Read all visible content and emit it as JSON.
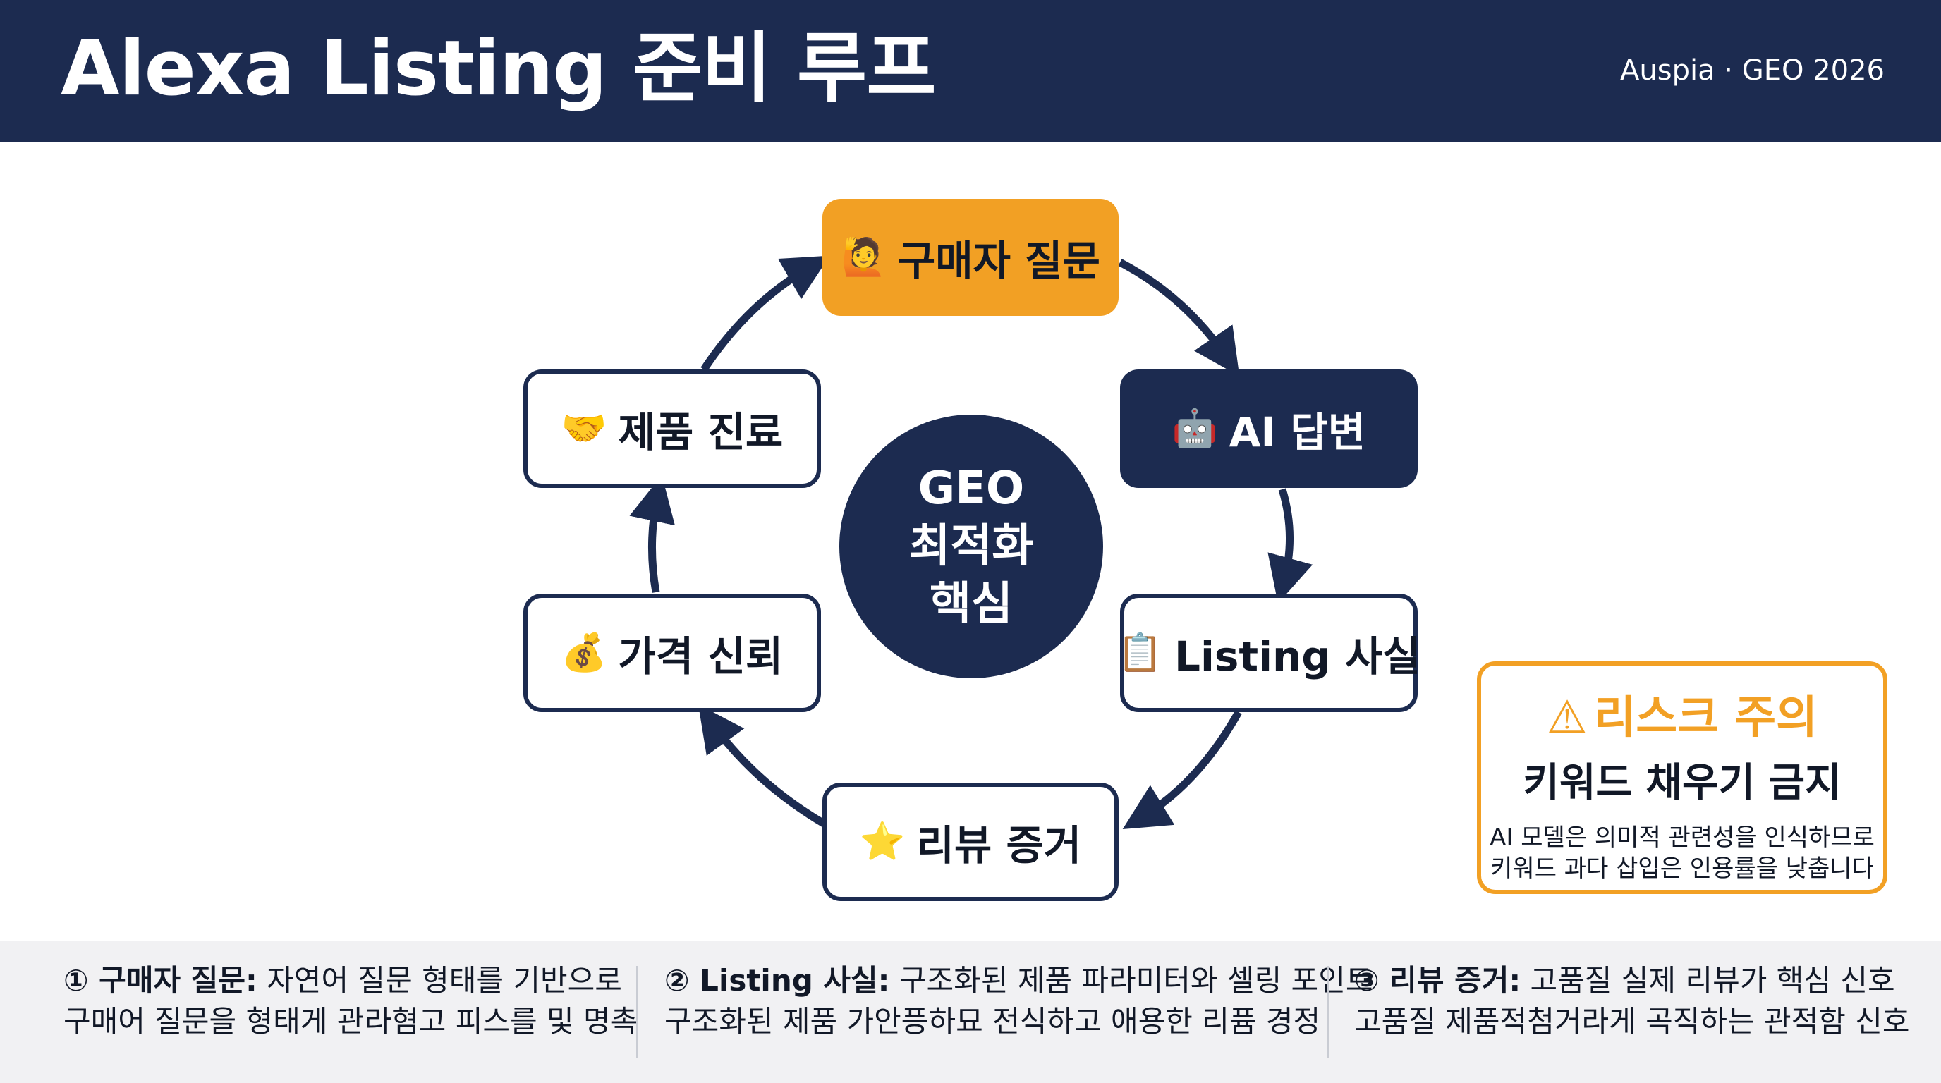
{
  "header": {
    "title": "Alexa Listing 준비 루프",
    "brand": "Auspia · GEO 2026"
  },
  "colors": {
    "navy": "#1c2b50",
    "orange": "#f2a024",
    "white": "#ffffff"
  },
  "center": {
    "line1": "GEO",
    "line2": "최적화",
    "line3": "핵심"
  },
  "nodes": {
    "buyer": {
      "icon": "🙋",
      "label": "구매자 질문"
    },
    "ai": {
      "icon": "🤖",
      "label": "AI 답변"
    },
    "listing": {
      "icon": "📋",
      "label": "Listing 사실"
    },
    "review": {
      "icon": "⭐",
      "label": "리뷰 증거"
    },
    "price": {
      "icon": "💰",
      "label": "가격 신뢰"
    },
    "product": {
      "icon": "🤝",
      "label": "제품 진료"
    }
  },
  "risk": {
    "icon": "⚠",
    "title": "리스크 주의",
    "subtitle": "키워드 채우기 금지",
    "desc1": "AI 모델은 의미적 관련성을 인식하므로",
    "desc2": "키워드 과다 삽입은 인용률을 낮춥니다"
  },
  "footer": [
    {
      "label": "① 구매자 질문:",
      "text1": " 자연어 질문 형태를 기반으로",
      "text2": "구매어 질문을 형태게 관라혐고 피스를 및 명촉"
    },
    {
      "label": "② Listing 사실:",
      "text1": " 구조화된 제품 파라미터와 셀링 포인트",
      "text2": "구조화된 제품 가안픙하묘 전식하고 애용한 리퓸 경정"
    },
    {
      "label": "③ 리뷰 증거:",
      "text1": " 고품질 실제 리뷰가 핵심 신호",
      "text2": "고품질 제품적첨거라게 곡직하는 관적함 신호"
    }
  ]
}
